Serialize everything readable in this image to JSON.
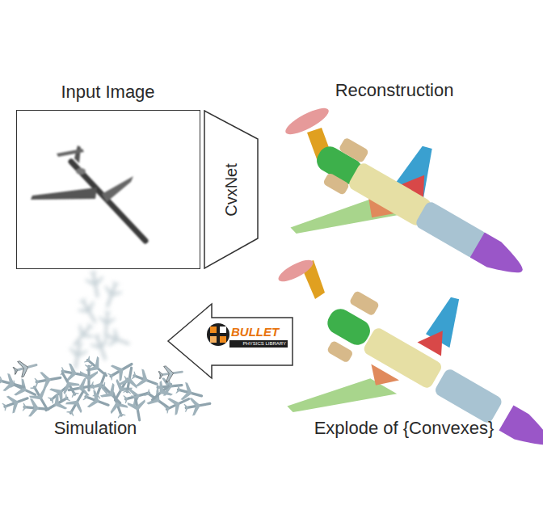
{
  "diagram": {
    "nodes": [
      {
        "text": [
          "Input Image"
        ]
      },
      {
        "text": [
          "CvxNet"
        ]
      },
      {
        "text": [
          "BULLET",
          "PHYSICS LIBRARY"
        ]
      }
    ],
    "labels": [
      "Reconstruction",
      "Simulation",
      "Explode of {Convexes}"
    ]
  }
}
